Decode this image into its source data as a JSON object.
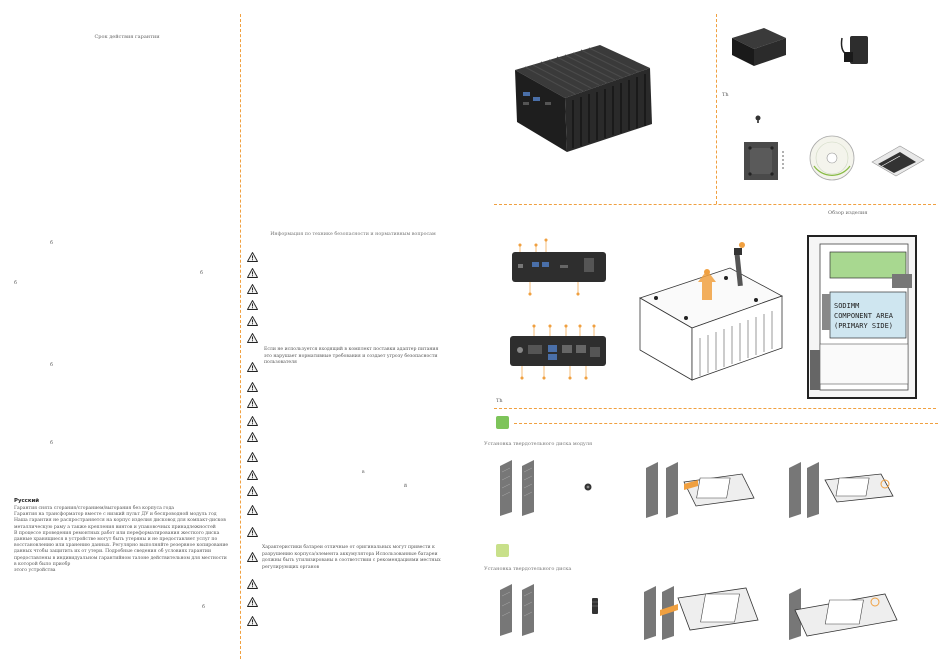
{
  "warranty_panel": {
    "title": "Срок действия гарантии",
    "stray_marks": [
      "б",
      "б",
      "б",
      "б",
      "б"
    ],
    "russian": {
      "heading": "Русский",
      "lines": [
        "Гарантия снята сгорания/сгоранием/выгорания                                         без корпуса       года",
        "Гарантия на трансформатор вместе с низкий пульт ДУ и беспроводной модуль   год",
        "Наша гарантия не распространяется на корпус изделия дисковод для компакт-дисков",
        "металлическую раму а также крепления винтов и упаковочных принадлежностей",
        "В процессе проведения ремонтных работ или переформатирования жесткого диска",
        "данные хранящиеся в устройстве могут быть утеряны      и не предоставляет услуг по",
        "восстановлению или хранению данных. Регулярно выполняйте резервное копирование",
        "данных чтобы защитить их от утери. Подробные сведения об условиях гарантии",
        "предоставлены в индивидуальном гарантийном талоне действительном для местности",
        "в которой было приобр",
        "этого устройства"
      ],
      "trailing": "б"
    }
  },
  "safety_panel": {
    "title": "Информация по технике безопасности и нормативным вопросам",
    "notes": [
      {
        "lines": [
          "Если не используется входящий в комплект поставки адаптер питания",
          "это нарушает нормативные требования и создает угрозу безопасности",
          "пользователя"
        ]
      },
      {
        "lines": [
          "в"
        ]
      },
      {
        "lines": [
          "й"
        ]
      },
      {
        "lines": [
          "Характеристики батареи отличные от оригинальных могут привести к",
          "разрушению корпуса/элемента аккумулятора   Использованные батареи",
          "должны быть утилизированы в соответствии с рекомендациями местных",
          "регулирующих органов"
        ]
      }
    ]
  },
  "box_contents": {
    "header": "Th"
  },
  "product_overview": {
    "title": "Обзор изделия",
    "footnote": "Th",
    "board_label_lines": [
      "SODIMM",
      "COMPONENT AREA",
      "(PRIMARY SIDE)"
    ]
  },
  "steps": [
    {
      "number_color": "#7dc45a",
      "title": "Установка твердотельного диска          модуля"
    },
    {
      "number_color": "#c8e08a",
      "title": "Установка твердотельного диска"
    }
  ],
  "colors": {
    "accent_orange": "#f0a040",
    "step1_green": "#7dc45a",
    "step2_green": "#c8e08a",
    "warning_yellow": "#f2f2f2"
  }
}
